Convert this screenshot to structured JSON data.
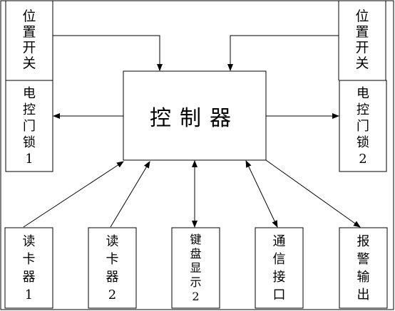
{
  "diagram": {
    "controller": "控制器",
    "position_switch_left": "位\n置\n开\n关",
    "position_switch_right": "位\n置\n开\n关",
    "lock_left": "电\n控\n门\n锁\n1",
    "lock_right": "电\n控\n门\n锁\n2",
    "card_reader_1": "读\n卡\n器\n1",
    "card_reader_2": "读\n卡\n器\n2",
    "keypad_display": "键\n盘\n显\n示\n2",
    "comm_interface": "通\n信\n接\n口",
    "alarm_output": "报\n警\n输\n出"
  },
  "colors": {
    "line": "#000000",
    "background": "#ffffff"
  }
}
